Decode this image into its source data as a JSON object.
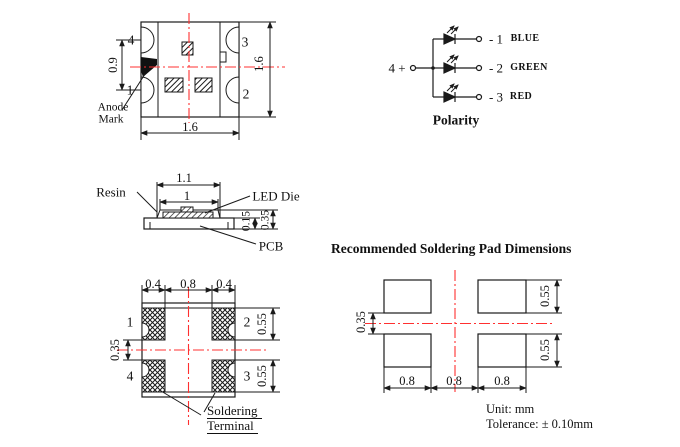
{
  "colors": {
    "line": "#1a1a1a",
    "centerline": "#ff3030",
    "mark": "#111111"
  },
  "top_view": {
    "pin_top_left": "4",
    "pin_top_right": "3",
    "pin_bottom_left": "1",
    "pin_bottom_right": "2",
    "dim_pitch": "0.9",
    "dim_height": "1.6",
    "dim_width": "1.6",
    "anode_label_line1": "Anode",
    "anode_label_line2": "Mark"
  },
  "polarity": {
    "common_label": "4 +",
    "channels": [
      {
        "pin": "- 1",
        "color": "BLUE"
      },
      {
        "pin": "- 2",
        "color": "GREEN"
      },
      {
        "pin": "- 3",
        "color": "RED"
      }
    ],
    "title": "Polarity"
  },
  "side_view": {
    "dim_resin_base": "1.1",
    "dim_resin_top": "1",
    "dim_pcb_thickness": "0.15",
    "dim_total_height": "0.35",
    "label_resin": "Resin",
    "label_led_die": "LED Die",
    "label_pcb": "PCB"
  },
  "bottom_view": {
    "pin_top_left": "1",
    "pin_top_right": "2",
    "pin_bottom_left": "4",
    "pin_bottom_right": "3",
    "dim_pad_width_left": "0.4",
    "dim_center": "0.8",
    "dim_pad_width_right": "0.4",
    "dim_pad_height_top": "0.55",
    "dim_pad_height_bottom": "0.55",
    "dim_gap": "0.35",
    "terminal_label_line1": "Soldering",
    "terminal_label_line2": "Terminal"
  },
  "pad_layout": {
    "title": "Recommended Soldering Pad Dimensions",
    "dim_pad_width": "0.8",
    "dim_gap": "0.8",
    "dim_pad_width2": "0.8",
    "dim_pad_height_top": "0.55",
    "dim_pad_height_bottom": "0.55",
    "dim_center_gap": "0.35"
  },
  "notes": {
    "unit": "Unit: mm",
    "tolerance": "Tolerance: ± 0.10mm"
  }
}
